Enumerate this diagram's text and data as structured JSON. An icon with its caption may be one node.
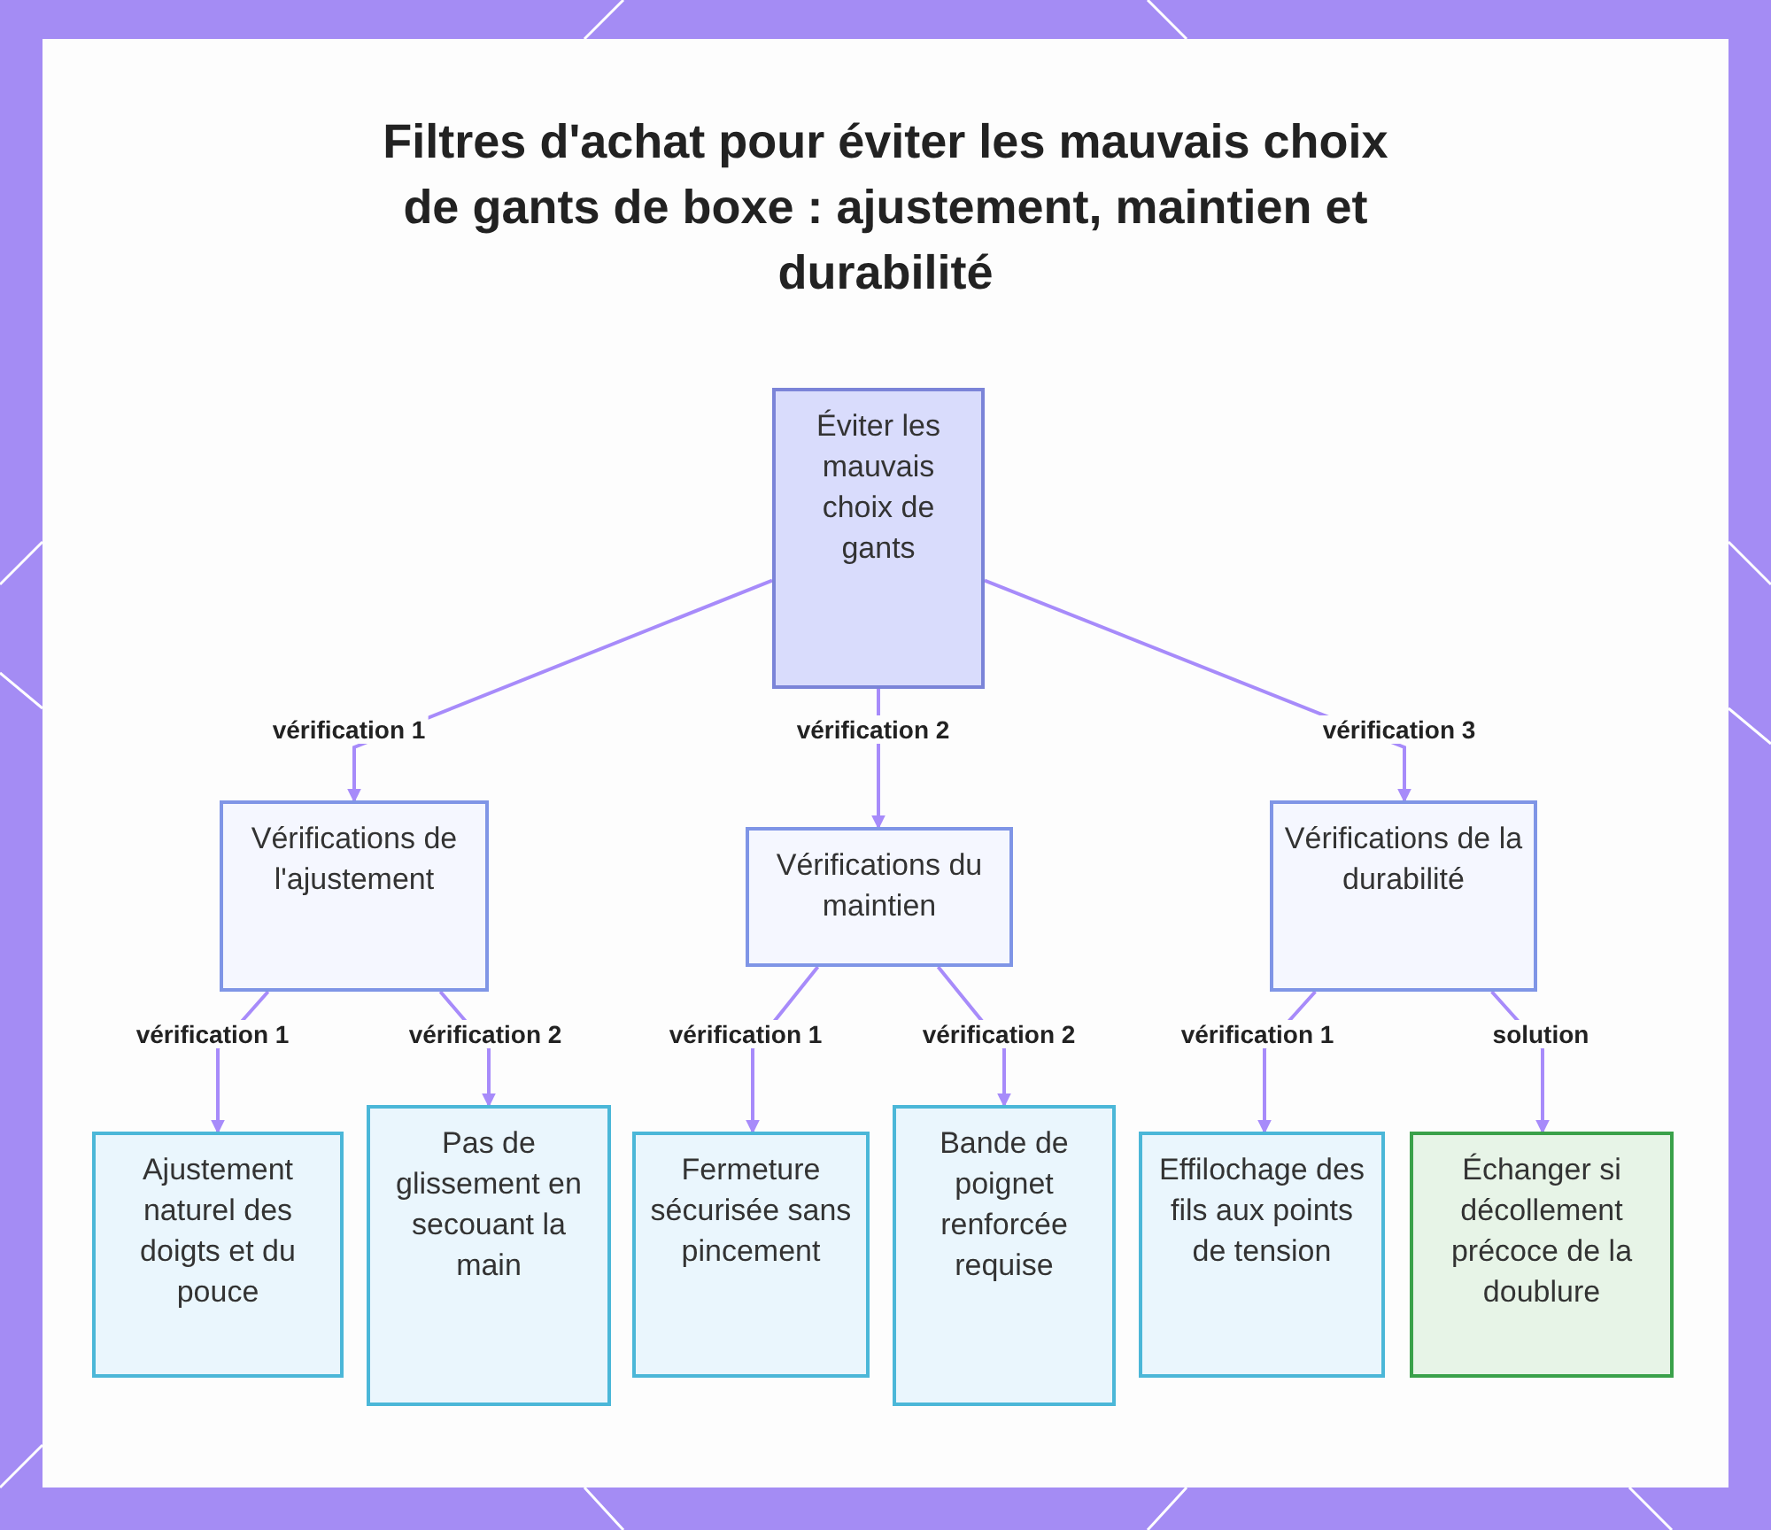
{
  "diagram": {
    "title": "Filtres d'achat pour éviter les mauvais choix de gants de boxe : ajustement, maintien et durabilité",
    "nodes": [
      {
        "text": [
          "Éviter les mauvais choix de gants"
        ]
      },
      {
        "text": [
          "Vérifications de l'ajustement"
        ]
      },
      {
        "text": [
          "Vérifications du maintien"
        ]
      },
      {
        "text": [
          "Vérifications de la durabilité"
        ]
      },
      {
        "text": [
          "Ajustement naturel des doigts et du pouce"
        ]
      },
      {
        "text": [
          "Pas de glissement en secouant la main"
        ]
      },
      {
        "text": [
          "Fermeture sécurisée sans pincement"
        ]
      },
      {
        "text": [
          "Bande de poignet renforcée requise"
        ]
      },
      {
        "text": [
          "Effilochage des fils aux points de tension"
        ]
      },
      {
        "text": [
          "Échanger si décollement précoce de la doublure"
        ]
      }
    ],
    "edges": [
      {
        "from": 0,
        "to": 1,
        "arrow": "to",
        "label": "vérification 1"
      },
      {
        "from": 0,
        "to": 2,
        "arrow": "to",
        "label": "vérification 2"
      },
      {
        "from": 0,
        "to": 3,
        "arrow": "to",
        "label": "vérification 3"
      },
      {
        "from": 1,
        "to": 4,
        "arrow": "to",
        "label": "vérification 1"
      },
      {
        "from": 1,
        "to": 5,
        "arrow": "to",
        "label": "vérification 2"
      },
      {
        "from": 2,
        "to": 6,
        "arrow": "to",
        "label": "vérification 1"
      },
      {
        "from": 2,
        "to": 7,
        "arrow": "to",
        "label": "vérification 2"
      },
      {
        "from": 3,
        "to": 8,
        "arrow": "to",
        "label": "vérification 1"
      },
      {
        "from": 3,
        "to": 9,
        "arrow": "to",
        "label": "solution",
        "color": "#a78bfa"
      }
    ]
  }
}
